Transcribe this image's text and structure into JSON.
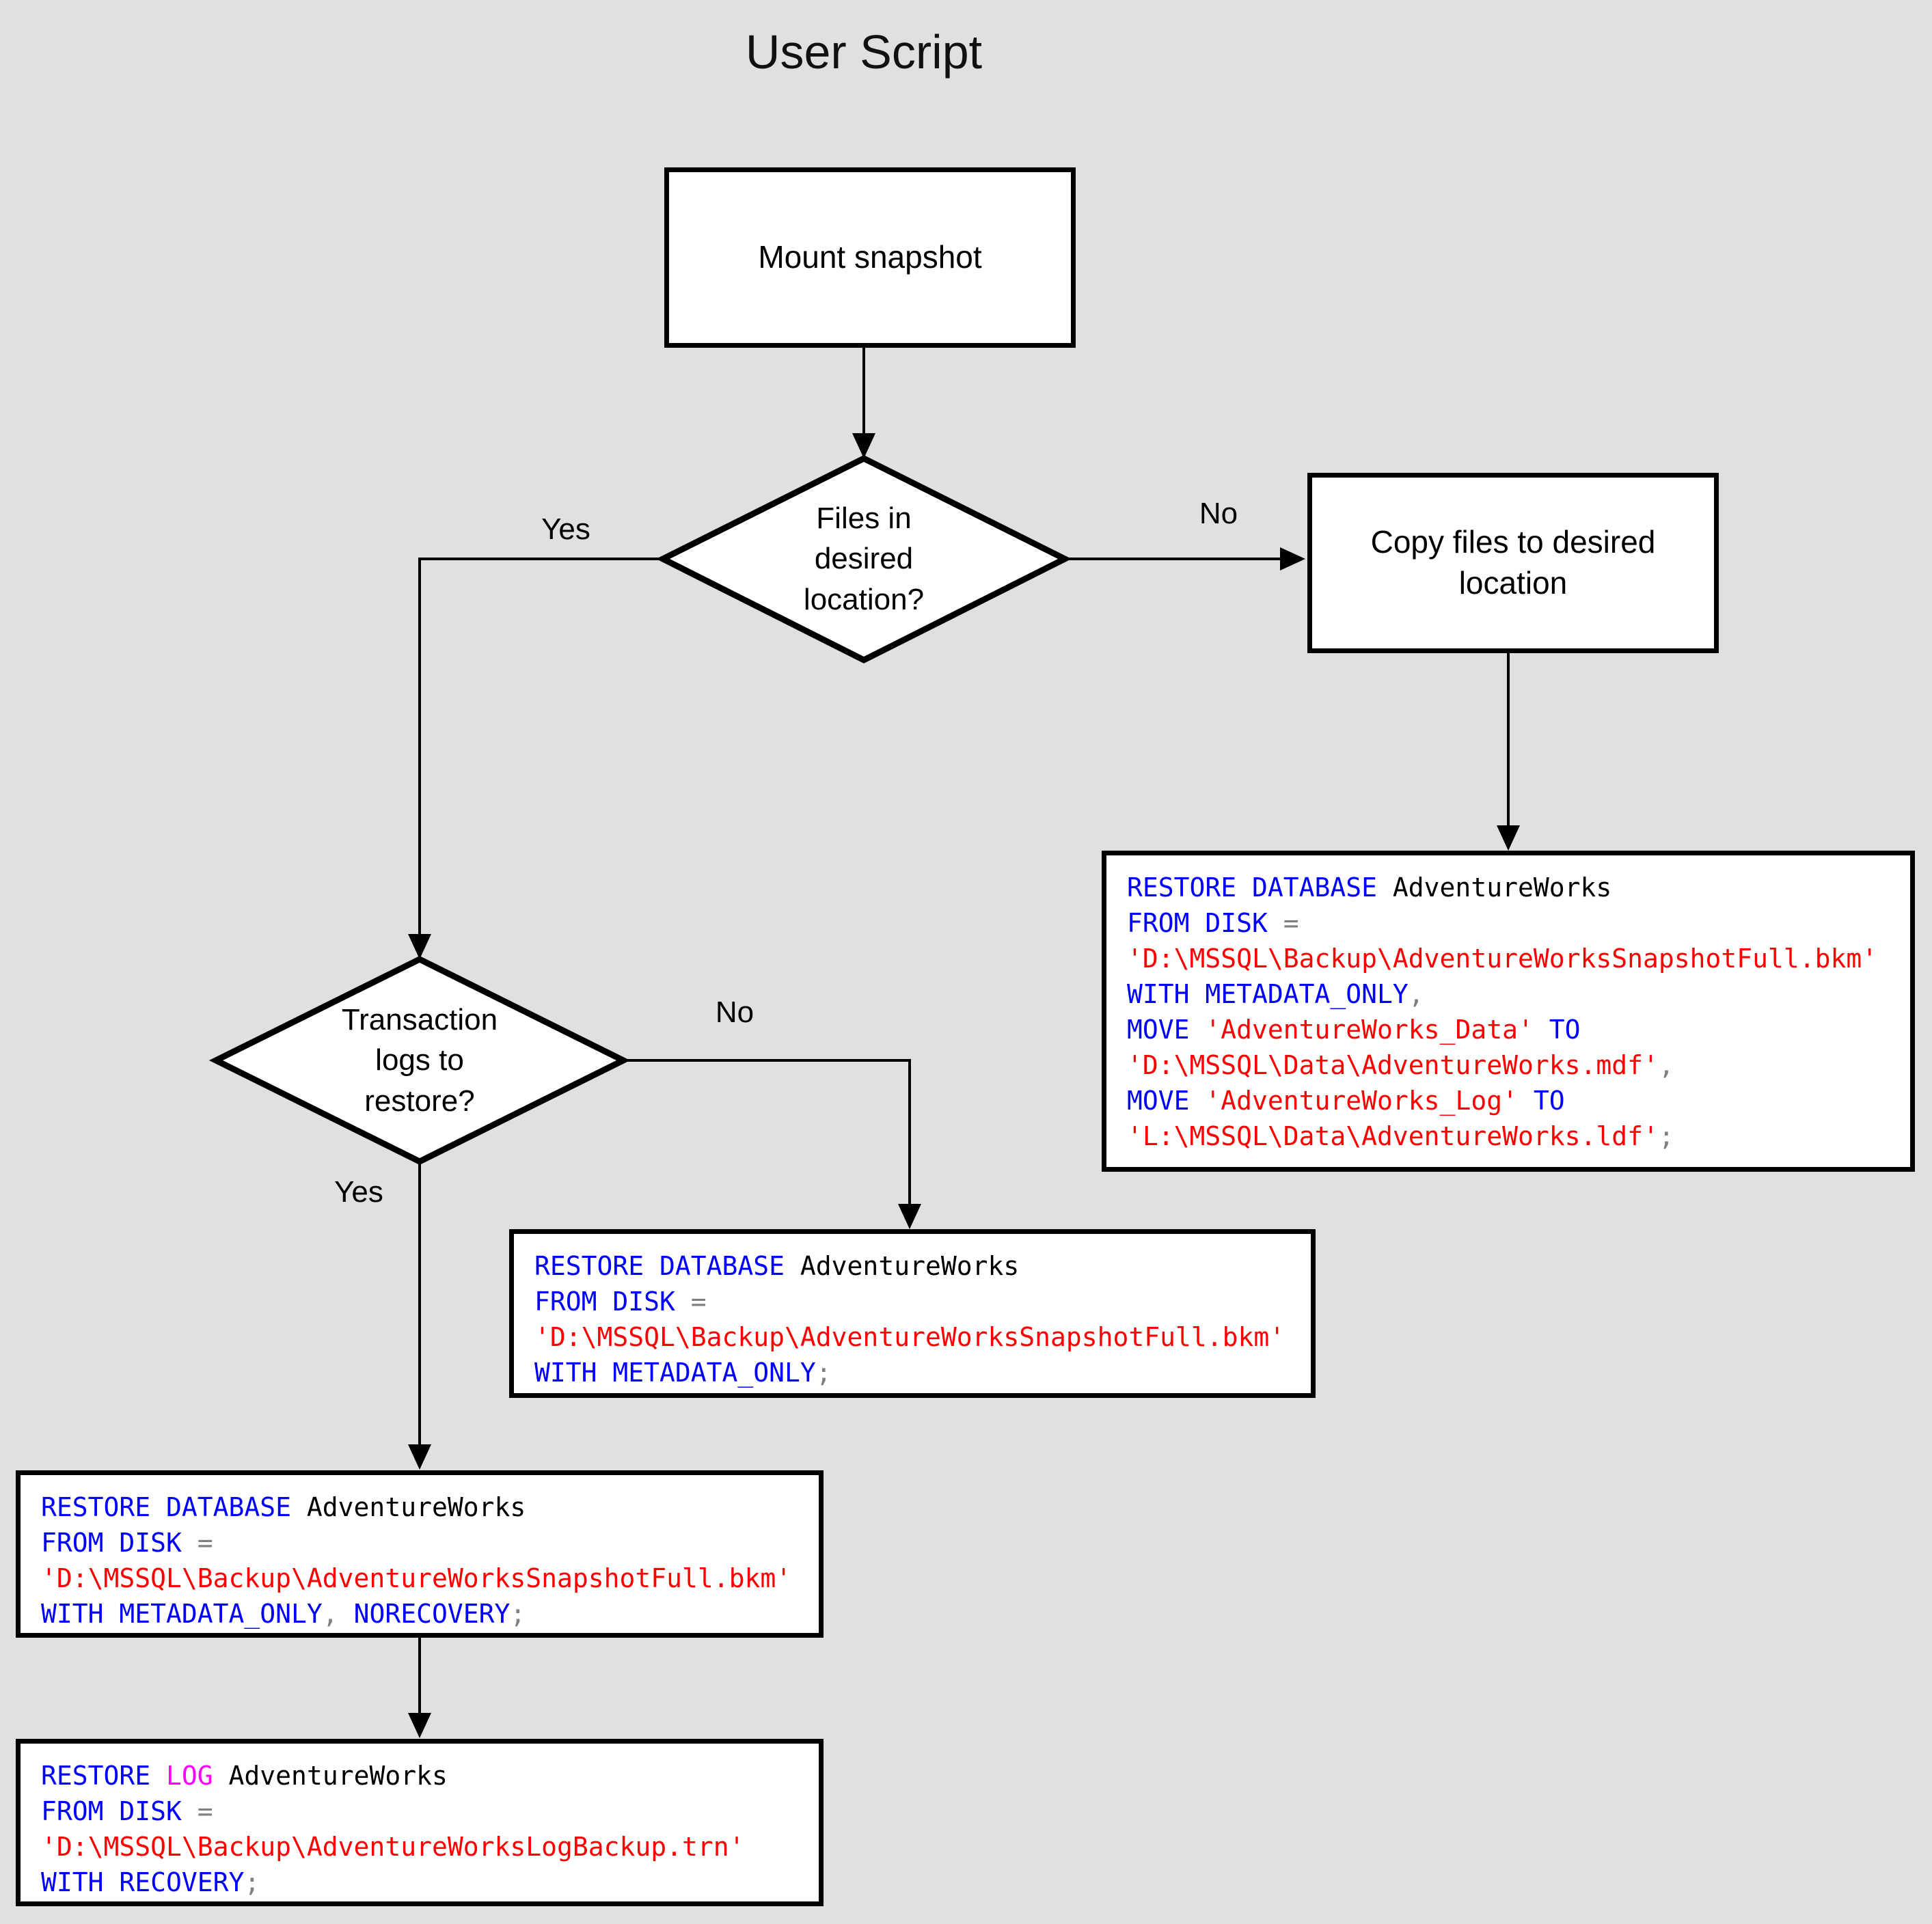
{
  "title": "User Script",
  "colors": {
    "background": "#e0e0e0",
    "node_fill": "#ffffff",
    "node_border": "#000000",
    "code_keyword": "#0000ff",
    "code_string": "#ff0000",
    "code_operator": "#808080",
    "code_identifier": "#000000",
    "code_log_keyword": "#ff00ff"
  },
  "nodes": {
    "mount": {
      "label": "Mount snapshot"
    },
    "decision_files": {
      "label": "Files in\ndesired\nlocation?"
    },
    "copy": {
      "label": "Copy files to desired\nlocation"
    },
    "decision_logs": {
      "label": "Transaction\nlogs to\nrestore?"
    }
  },
  "edge_labels": {
    "files_yes": "Yes",
    "files_no": "No",
    "logs_no": "No",
    "logs_yes": "Yes"
  },
  "code_boxes": {
    "restore_move": [
      [
        {
          "c": "kw",
          "v": "RESTORE DATABASE"
        },
        {
          "c": "id",
          "v": " AdventureWorks"
        }
      ],
      [
        {
          "c": "kw",
          "v": "FROM DISK"
        },
        {
          "c": "op",
          "v": " ="
        }
      ],
      [
        {
          "c": "str",
          "v": "'D:\\MSSQL\\Backup\\AdventureWorksSnapshotFull.bkm'"
        }
      ],
      [
        {
          "c": "kw",
          "v": "WITH METADATA_ONLY"
        },
        {
          "c": "op",
          "v": ","
        }
      ],
      [
        {
          "c": "kw",
          "v": "MOVE"
        },
        {
          "c": "str",
          "v": " 'AdventureWorks_Data'"
        },
        {
          "c": "kw",
          "v": " TO"
        }
      ],
      [
        {
          "c": "str",
          "v": "'D:\\MSSQL\\Data\\AdventureWorks.mdf'"
        },
        {
          "c": "op",
          "v": ","
        }
      ],
      [
        {
          "c": "kw",
          "v": "MOVE"
        },
        {
          "c": "str",
          "v": " 'AdventureWorks_Log'"
        },
        {
          "c": "kw",
          "v": " TO"
        }
      ],
      [
        {
          "c": "str",
          "v": "'L:\\MSSQL\\Data\\AdventureWorks.ldf'"
        },
        {
          "c": "op",
          "v": ";"
        }
      ]
    ],
    "restore_metadata": [
      [
        {
          "c": "kw",
          "v": "RESTORE DATABASE"
        },
        {
          "c": "id",
          "v": " AdventureWorks"
        }
      ],
      [
        {
          "c": "kw",
          "v": "FROM DISK"
        },
        {
          "c": "op",
          "v": " ="
        }
      ],
      [
        {
          "c": "str",
          "v": "'D:\\MSSQL\\Backup\\AdventureWorksSnapshotFull.bkm'"
        }
      ],
      [
        {
          "c": "kw",
          "v": "WITH METADATA_ONLY"
        },
        {
          "c": "op",
          "v": ";"
        }
      ]
    ],
    "restore_norecovery": [
      [
        {
          "c": "kw",
          "v": "RESTORE DATABASE"
        },
        {
          "c": "id",
          "v": " AdventureWorks"
        }
      ],
      [
        {
          "c": "kw",
          "v": "FROM DISK"
        },
        {
          "c": "op",
          "v": " ="
        }
      ],
      [
        {
          "c": "str",
          "v": "'D:\\MSSQL\\Backup\\AdventureWorksSnapshotFull.bkm'"
        }
      ],
      [
        {
          "c": "kw",
          "v": "WITH METADATA_ONLY"
        },
        {
          "c": "op",
          "v": ","
        },
        {
          "c": "kw",
          "v": " NORECOVERY"
        },
        {
          "c": "op",
          "v": ";"
        }
      ]
    ],
    "restore_log": [
      [
        {
          "c": "kw",
          "v": "RESTORE"
        },
        {
          "c": "log",
          "v": " LOG"
        },
        {
          "c": "id",
          "v": " AdventureWorks"
        }
      ],
      [
        {
          "c": "kw",
          "v": "FROM DISK"
        },
        {
          "c": "op",
          "v": " ="
        }
      ],
      [
        {
          "c": "str",
          "v": "'D:\\MSSQL\\Backup\\AdventureWorksLogBackup.trn'"
        }
      ],
      [
        {
          "c": "kw",
          "v": "WITH RECOVERY"
        },
        {
          "c": "op",
          "v": ";"
        }
      ]
    ]
  }
}
